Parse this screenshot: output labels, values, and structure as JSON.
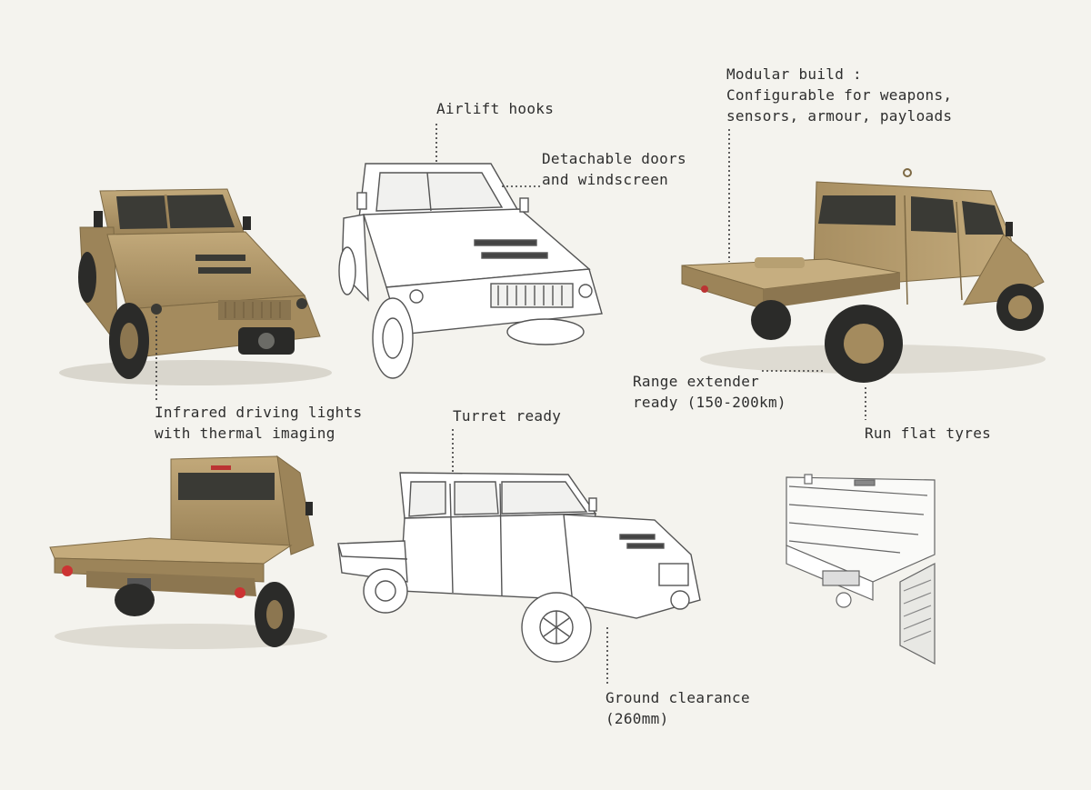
{
  "colors": {
    "background": "#f4f3ee",
    "tan": "#b39a6b",
    "tan_dark": "#8c7650",
    "sketch": "#555555",
    "leader": "#3a3a3a"
  },
  "illustrations": [
    {
      "name": "tan-vehicle-front-render",
      "style": "render"
    },
    {
      "name": "sketch-vehicle-front",
      "style": "line drawing"
    },
    {
      "name": "tan-vehicle-flatbed-side-render",
      "style": "render"
    },
    {
      "name": "tan-vehicle-flatbed-rear-render",
      "style": "render"
    },
    {
      "name": "sketch-vehicle-side-flatbed",
      "style": "line drawing"
    },
    {
      "name": "sketch-tray-tailgate-detail",
      "style": "line drawing"
    }
  ],
  "callouts": {
    "airlift_hooks": "Airlift hooks",
    "detachable_doors": [
      "Detachable doors",
      "and windscreen"
    ],
    "modular_build": [
      "Modular build :",
      "Configurable for weapons,",
      "sensors, armour, payloads"
    ],
    "infrared_lights": [
      "Infrared driving lights",
      "with thermal imaging"
    ],
    "range_extender": [
      "Range extender",
      "ready (150-200km)"
    ],
    "run_flat": "Run flat tyres",
    "turret_ready": "Turret ready",
    "ground_clearance": [
      "Ground clearance",
      "(260mm)"
    ]
  }
}
